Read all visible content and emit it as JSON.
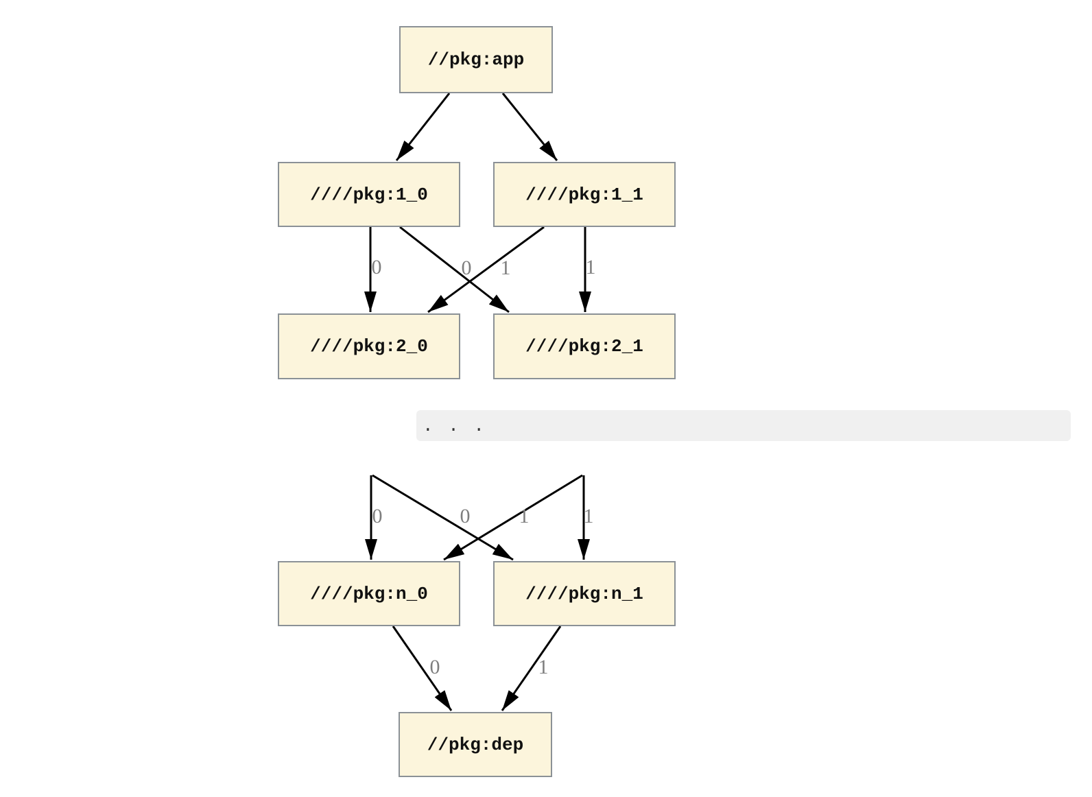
{
  "diagram": {
    "type": "dependency-graph",
    "nodes": {
      "app": {
        "label": "//pkg:app"
      },
      "l1_0": {
        "label": "////pkg:1_0"
      },
      "l1_1": {
        "label": "////pkg:1_1"
      },
      "l2_0": {
        "label": "////pkg:2_0"
      },
      "l2_1": {
        "label": "////pkg:2_1"
      },
      "ln_0": {
        "label": "////pkg:n_0"
      },
      "ln_1": {
        "label": "////pkg:n_1"
      },
      "dep": {
        "label": "//pkg:dep"
      }
    },
    "edges": [
      {
        "from": "//pkg:app",
        "to": "////pkg:1_0",
        "label": ""
      },
      {
        "from": "//pkg:app",
        "to": "////pkg:1_1",
        "label": ""
      },
      {
        "from": "////pkg:1_0",
        "to": "////pkg:2_0",
        "label": "0"
      },
      {
        "from": "////pkg:1_0",
        "to": "////pkg:2_1",
        "label": "1"
      },
      {
        "from": "////pkg:1_1",
        "to": "////pkg:2_0",
        "label": "0"
      },
      {
        "from": "////pkg:1_1",
        "to": "////pkg:2_1",
        "label": "1"
      },
      {
        "from": "...",
        "to": "////pkg:n_0",
        "label": "0"
      },
      {
        "from": "...",
        "to": "////pkg:n_1",
        "label": "1"
      },
      {
        "from": "...",
        "to": "////pkg:n_0",
        "label": "0"
      },
      {
        "from": "...",
        "to": "////pkg:n_1",
        "label": "1"
      },
      {
        "from": "////pkg:n_0",
        "to": "//pkg:dep",
        "label": "0"
      },
      {
        "from": "////pkg:n_1",
        "to": "//pkg:dep",
        "label": "1"
      }
    ],
    "ellipsis": ". . .",
    "colors": {
      "node_fill": "#FCF5DC",
      "node_border": "#8B9196",
      "edge": "#000000",
      "edge_label": "#7E7E7E",
      "band_bg": "#F0F0F0",
      "text": "#111111"
    }
  }
}
